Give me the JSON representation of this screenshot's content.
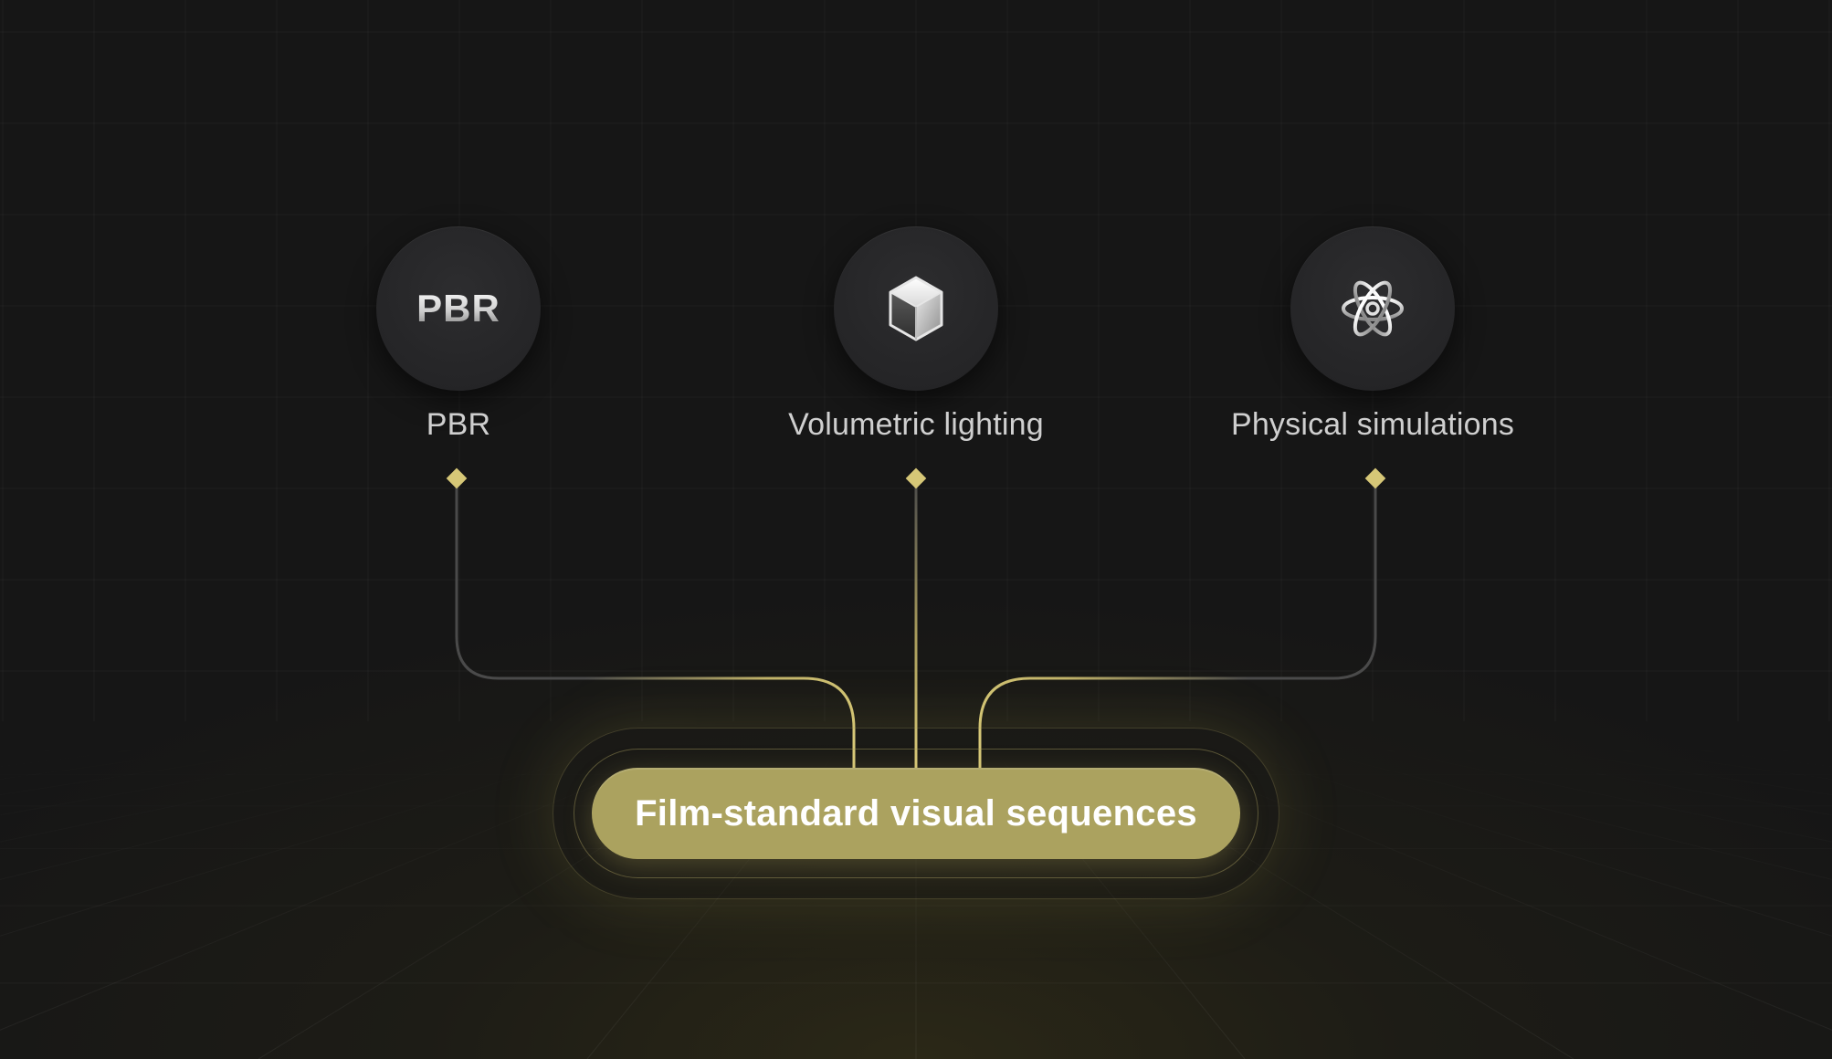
{
  "nodes": [
    {
      "label": "PBR",
      "icon_text": "PBR",
      "icon": "pbr-text-icon"
    },
    {
      "label": "Volumetric lighting",
      "icon": "cube-icon"
    },
    {
      "label": "Physical simulations",
      "icon": "atom-icon"
    }
  ],
  "target": {
    "label": "Film-standard visual sequences"
  },
  "colors": {
    "accent": "#aba25f",
    "connector_gold": "#d6c777",
    "connector_gray": "#4a4a4a",
    "background": "#161616",
    "node_fill": "#262628",
    "label_text": "#cfcfcf"
  }
}
